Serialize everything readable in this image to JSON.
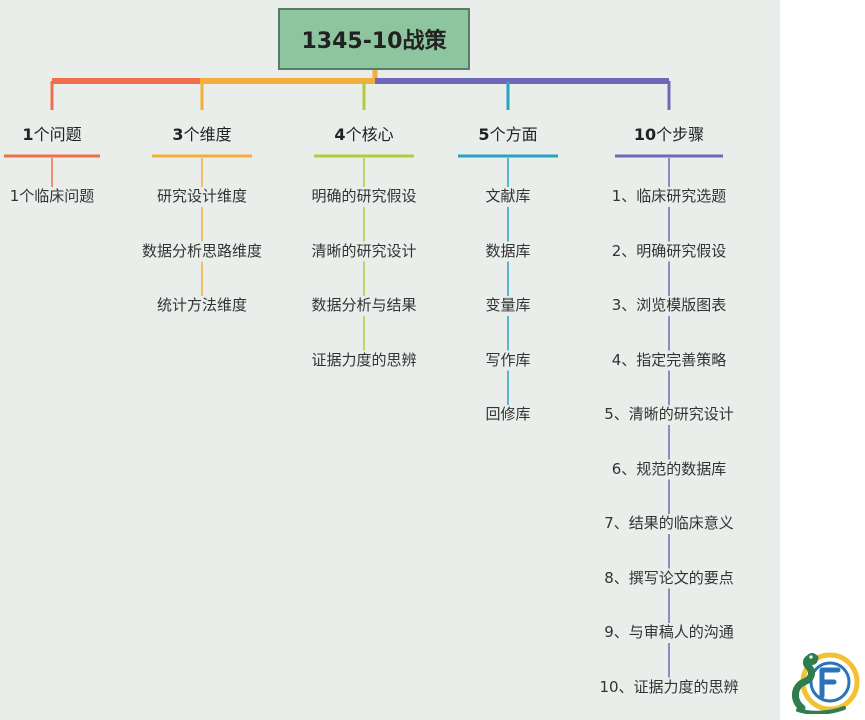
{
  "root": {
    "title": "1345-10战策"
  },
  "branches": [
    {
      "num": "1",
      "suffix": "个问题",
      "color": "#f26f4d",
      "items": [
        "1个临床问题"
      ]
    },
    {
      "num": "3",
      "suffix": "个维度",
      "color": "#f5ad3c",
      "items": [
        "研究设计维度",
        "数据分析思路维度",
        "统计方法维度"
      ]
    },
    {
      "num": "4",
      "suffix": "个核心",
      "color": "#b5c93b",
      "items": [
        "明确的研究假设",
        "清晰的研究设计",
        "数据分析与结果",
        "证据力度的思辨"
      ]
    },
    {
      "num": "5",
      "suffix": "个方面",
      "color": "#2aa2c4",
      "items": [
        "文献库",
        "数据库",
        "变量库",
        "写作库",
        "回修库"
      ]
    },
    {
      "num": "10",
      "suffix": "个步骤",
      "color": "#6f68b8",
      "items": [
        "1、临床研究选题",
        "2、明确研究假设",
        "3、浏览模版图表",
        "4、指定完善策略",
        "5、清晰的研究设计",
        "6、规范的数据库",
        "7、结果的临床意义",
        "8、撰写论文的要点",
        "9、与审稿人的沟通",
        "10、证据力度的思辨"
      ]
    }
  ]
}
